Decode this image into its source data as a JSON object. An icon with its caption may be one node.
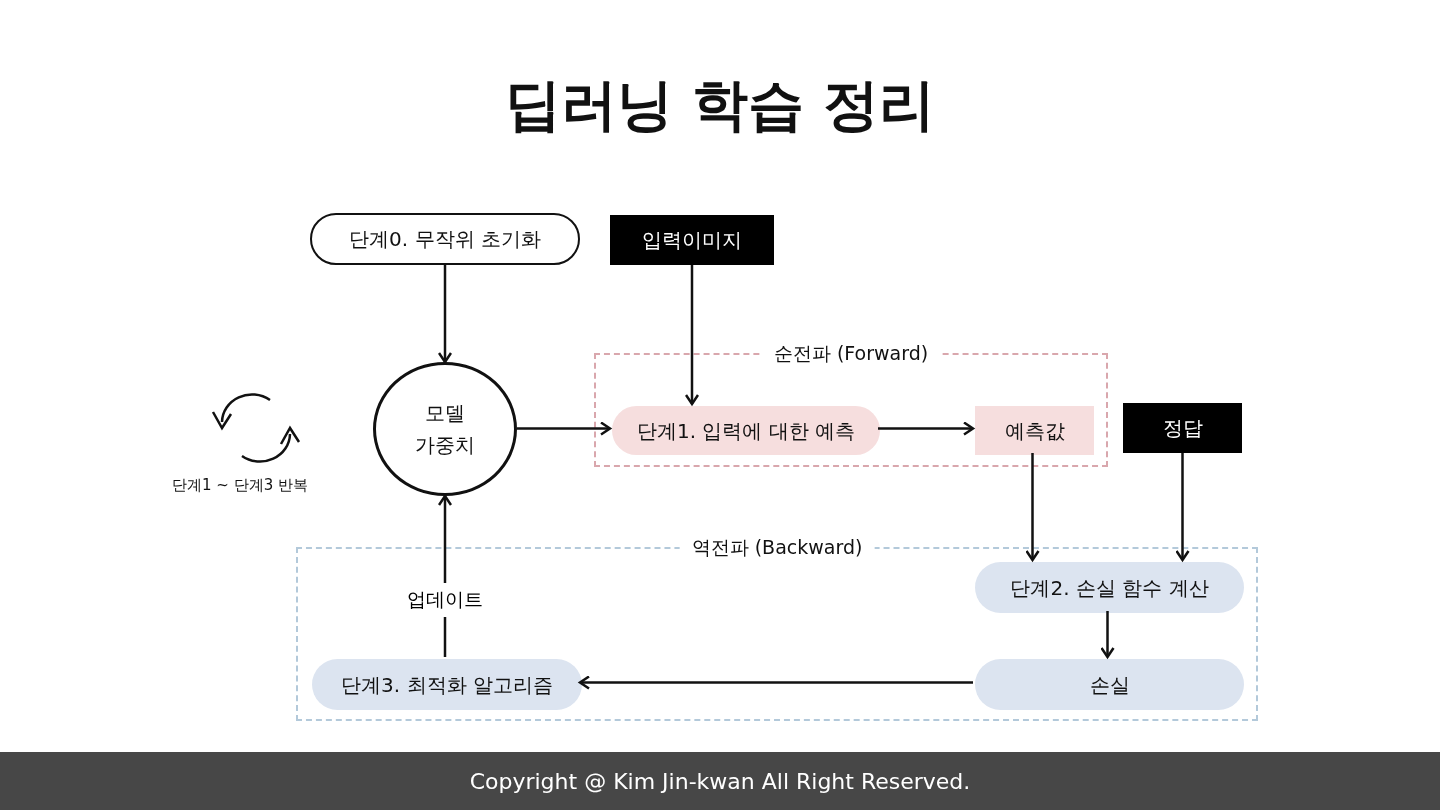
{
  "diagram": {
    "title": "딥러닝 학습 정리",
    "nodes": [
      {
        "text": [
          "순전파 (Forward)"
        ]
      },
      {
        "text": [
          "역전파 (Backward)"
        ]
      },
      {
        "text": [
          "단계0. 무작위 초기화"
        ]
      },
      {
        "text": [
          "입력이미지"
        ]
      },
      {
        "text": [
          "모델 가중치"
        ]
      },
      {
        "text": [
          "단계1. 입력에 대한 예측"
        ],
        "in": 0
      },
      {
        "text": [
          "예측값"
        ],
        "in": 0
      },
      {
        "text": [
          "정답"
        ]
      },
      {
        "text": [
          "단계2. 손실 함수 계산"
        ],
        "in": 1
      },
      {
        "text": [
          "손실"
        ],
        "in": 1
      },
      {
        "text": [
          "단계3. 최적화 알고리즘"
        ],
        "in": 1
      }
    ],
    "edges": [
      {
        "from": 2,
        "to": 4,
        "arrow": "to"
      },
      {
        "from": 3,
        "to": 5,
        "arrow": "to"
      },
      {
        "from": 4,
        "to": 5,
        "arrow": "to"
      },
      {
        "from": 5,
        "to": 6,
        "arrow": "to"
      },
      {
        "from": 6,
        "to": 8,
        "arrow": "to"
      },
      {
        "from": 7,
        "to": 8,
        "arrow": "to"
      },
      {
        "from": 8,
        "to": 9,
        "arrow": "to"
      },
      {
        "from": 9,
        "to": 10,
        "arrow": "to"
      },
      {
        "from": 10,
        "to": 4,
        "arrow": "to",
        "label": "업데이트"
      }
    ],
    "labels": [
      "단계1 ~ 단계3 반복",
      "Copyright @ Kim Jin-kwan All Right Reserved."
    ]
  }
}
